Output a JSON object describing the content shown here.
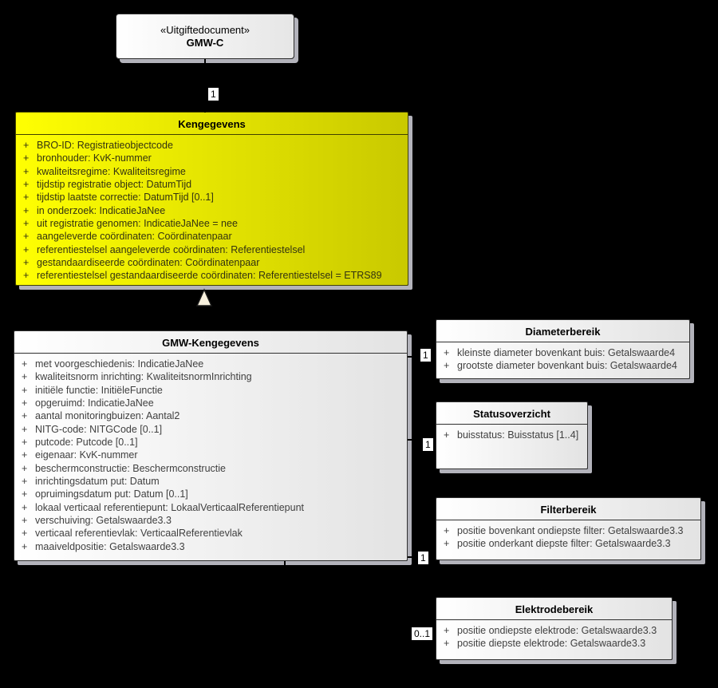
{
  "ui": {
    "visibility": "+"
  },
  "colors": {
    "background": "#000000",
    "class_fill_left": "#ffffff",
    "class_fill_right": "#e3e3e3",
    "highlight_fill_left": "#ffff02",
    "highlight_fill_right": "#c9c900",
    "shadow": "#b3b3bb"
  },
  "nodes": {
    "uitgiftedocument": {
      "stereotype": "«Uitgiftedocument»",
      "name": "GMW-C"
    },
    "kengegevens": {
      "title": "Kengegevens",
      "attributes": [
        "BRO-ID: Registratieobjectcode",
        "bronhouder: KvK-nummer",
        "kwaliteitsregime: Kwaliteitsregime",
        "tijdstip registratie object: DatumTijd",
        "tijdstip laatste correctie: DatumTijd [0..1]",
        "in onderzoek: IndicatieJaNee",
        "uit registratie genomen: IndicatieJaNee = nee",
        "aangeleverde coördinaten: Coördinatenpaar",
        "referentiestelsel aangeleverde coördinaten: Referentiestelsel",
        "gestandaardiseerde coördinaten: Coördinatenpaar",
        "referentiestelsel gestandaardiseerde coördinaten: Referentiestelsel = ETRS89"
      ]
    },
    "gmw_kengegevens": {
      "title": "GMW-Kengegevens",
      "attributes": [
        "met voorgeschiedenis: IndicatieJaNee",
        "kwaliteitsnorm inrichting: KwaliteitsnormInrichting",
        "initiële functie: InitiëleFunctie",
        "opgeruimd: IndicatieJaNee",
        "aantal monitoringbuizen: Aantal2",
        "NITG-code: NITGCode [0..1]",
        "putcode: Putcode [0..1]",
        "eigenaar: KvK-nummer",
        "beschermconstructie: Beschermconstructie",
        "inrichtingsdatum put: Datum",
        "opruimingsdatum put: Datum [0..1]",
        "lokaal verticaal referentiepunt: LokaalVerticaalReferentiepunt",
        "verschuiving: Getalswaarde3.3",
        "verticaal referentievlak: VerticaalReferentievlak",
        "maaiveldpositie: Getalswaarde3.3"
      ]
    },
    "diameterbereik": {
      "title": "Diameterbereik",
      "attributes": [
        "kleinste diameter bovenkant buis: Getalswaarde4",
        "grootste diameter bovenkant buis: Getalswaarde4"
      ]
    },
    "statusoverzicht": {
      "title": "Statusoverzicht",
      "attributes": [
        "buisstatus: Buisstatus [1..4]"
      ]
    },
    "filterbereik": {
      "title": "Filterbereik",
      "attributes": [
        "positie bovenkant ondiepste filter: Getalswaarde3.3",
        "positie onderkant diepste filter: Getalswaarde3.3"
      ]
    },
    "elektrodebereik": {
      "title": "Elektrodebereik",
      "attributes": [
        "positie ondiepste elektrode: Getalswaarde3.3",
        "positie diepste elektrode: Getalswaarde3.3"
      ]
    }
  },
  "multiplicities": {
    "document_to_kengegevens": "1",
    "to_diameterbereik": "1",
    "to_statusoverzicht": "1",
    "to_filterbereik": "1",
    "to_elektrodebereik": "0..1"
  }
}
